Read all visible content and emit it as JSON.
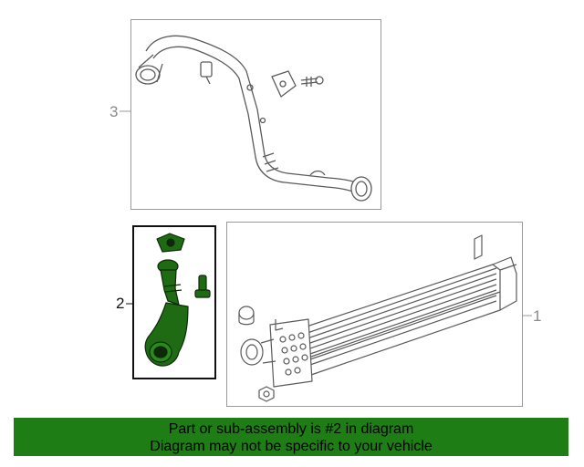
{
  "callouts": {
    "part3": "3",
    "part2": "2",
    "part1": "1"
  },
  "banner": {
    "line1": "Part or sub-assembly is #2 in diagram",
    "line2": "Diagram may not be specific to your vehicle"
  },
  "colors": {
    "highlight_part": "#1e6b14",
    "banner_bg": "#1e7d15",
    "line_art": "#5a5a5a",
    "frame_gray": "#9a9a9a"
  }
}
